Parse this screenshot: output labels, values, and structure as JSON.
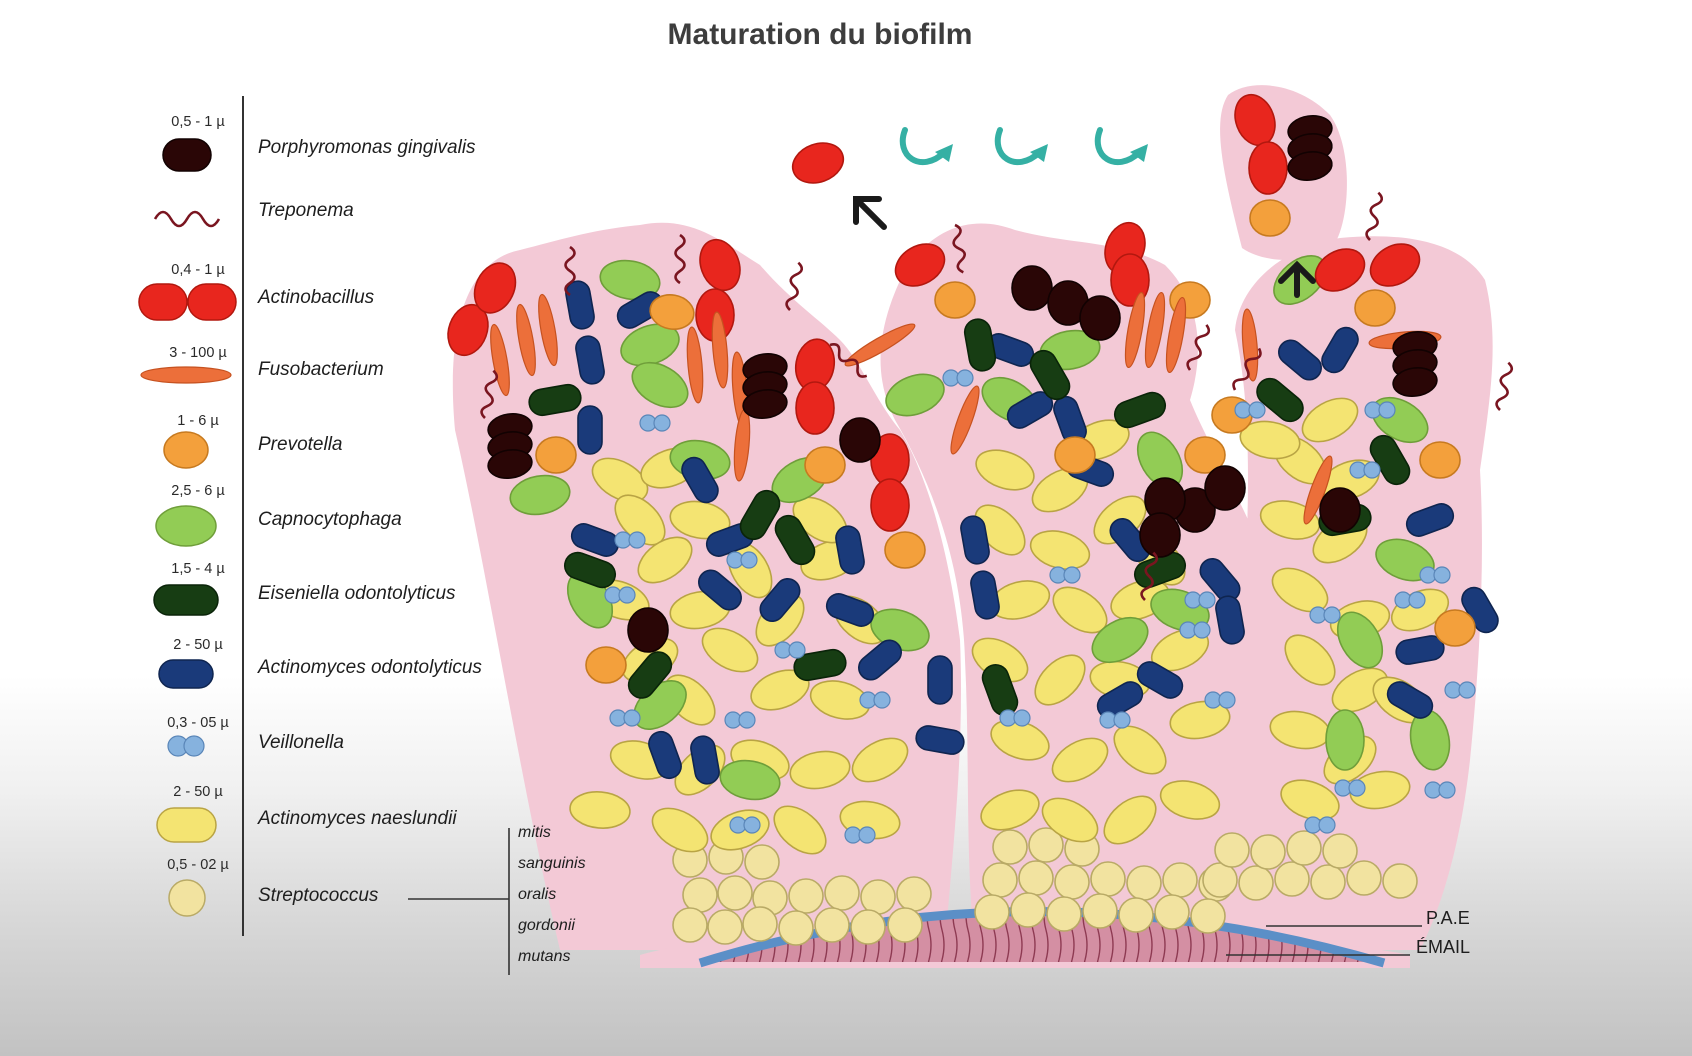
{
  "title": "Maturation du biofilm",
  "legend": [
    {
      "size": "0,5 - 1 µ",
      "name": "Porphyromonas gingivalis",
      "icon": "porphyromonas-icon",
      "color": "#2a0606"
    },
    {
      "size": "",
      "name": "Treponema",
      "icon": "treponema-icon",
      "color": "#7a1520"
    },
    {
      "size": "0,4 - 1 µ",
      "name": "Actinobacillus",
      "icon": "actinobacillus-icon",
      "color": "#e8261e"
    },
    {
      "size": "3 - 100 µ",
      "name": "Fusobacterium",
      "icon": "fusobacterium-icon",
      "color": "#ec6f3a"
    },
    {
      "size": "1 - 6 µ",
      "name": "Prevotella",
      "icon": "prevotella-icon",
      "color": "#f3a03c"
    },
    {
      "size": "2,5 - 6 µ",
      "name": "Capnocytophaga",
      "icon": "capnocytophaga-icon",
      "color": "#92cc55"
    },
    {
      "size": "1,5 - 4 µ",
      "name": "Eiseniella odontolyticus",
      "icon": "eiseniella-icon",
      "color": "#173d13"
    },
    {
      "size": "2 - 50 µ",
      "name": "Actinomyces odontolyticus",
      "icon": "actinomyces-odontolyticus-icon",
      "color": "#1a3a7a"
    },
    {
      "size": "0,3 - 05 µ",
      "name": "Veillonella",
      "icon": "veillonella-icon",
      "color": "#86b2de"
    },
    {
      "size": "2 - 50 µ",
      "name": "Actinomyces naeslundii",
      "icon": "actinomyces-naeslundii-icon",
      "color": "#f4e472"
    },
    {
      "size": "0,5 - 02 µ",
      "name": "Streptococcus",
      "icon": "streptococcus-icon",
      "color": "#f2e3a0"
    }
  ],
  "streptococcus_strains": [
    "mitis",
    "sanguinis",
    "oralis",
    "gordonii",
    "mutans"
  ],
  "labels": {
    "pae": "P.A.E",
    "email": "ÉMAIL"
  },
  "colors": {
    "matrix": "#f3c9d6",
    "enamel": "#c98a9a",
    "pellicle": "#5b8fc7",
    "arrow": "#1a1a1a",
    "swirl": "#35b0a4"
  }
}
